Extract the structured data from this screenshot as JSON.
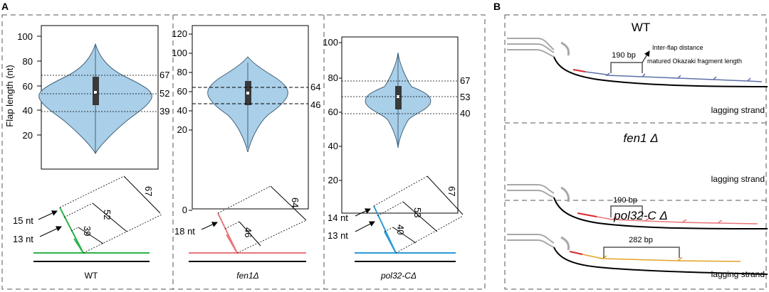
{
  "panel_a": {
    "label": "A",
    "ylabel": "Flap length (nt)",
    "columns": [
      {
        "name": "WT",
        "italic": false,
        "yticks": [
          "100",
          "80",
          "60",
          "40",
          "20"
        ],
        "quartiles": [
          "67",
          "52",
          "39"
        ],
        "diagram_labels": [
          "67",
          "52",
          "39"
        ],
        "arrow_labels": [
          "15 nt",
          "13 nt"
        ],
        "color": "#2db34a"
      },
      {
        "name": "fen1Δ",
        "italic": true,
        "yticks": [
          "120",
          "100",
          "80",
          "60",
          "40",
          "20",
          "0"
        ],
        "quartiles": [
          "64",
          "46"
        ],
        "diagram_labels": [
          "64",
          "46"
        ],
        "arrow_labels": [
          "18 nt"
        ],
        "color": "#e8757a"
      },
      {
        "name": "pol32-CΔ",
        "italic": true,
        "yticks": [
          "100",
          "80",
          "60",
          "40",
          "20"
        ],
        "quartiles": [
          "67",
          "53",
          "40"
        ],
        "diagram_labels": [
          "67",
          "53",
          "40"
        ],
        "arrow_labels": [
          "14 nt",
          "13 nt"
        ],
        "color": "#2a9ad6"
      }
    ]
  },
  "panel_b": {
    "label": "B",
    "rows": [
      {
        "title": "WT",
        "italic": false,
        "distance": "190 bp",
        "annotations": [
          "Inter-flap distance",
          "matured Okazaki fragment length"
        ],
        "strand_label": "lagging strand",
        "color": "#5a6fa8"
      },
      {
        "title": "fen1 Δ",
        "italic": true,
        "distance": "190 bp",
        "annotations": [],
        "strand_label": "lagging strand",
        "color": "#e8757a"
      },
      {
        "title": "pol32-C Δ",
        "italic": true,
        "distance": "282 bp",
        "annotations": [],
        "strand_label": "lagging strand",
        "color": "#e3a126"
      }
    ]
  },
  "colors": {
    "violin_fill": "#a9cfe9",
    "violin_edge": "#45627a",
    "box": "#3a3a3a",
    "primer_red": "#d9262c",
    "template": "#000000",
    "fork_gray": "#a8a8a8",
    "dash": "#555555"
  }
}
